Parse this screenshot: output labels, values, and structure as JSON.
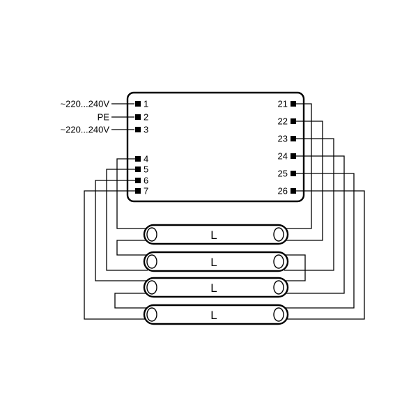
{
  "supply": {
    "l1": "~220...240V",
    "pe": "PE",
    "l2": "~220...240V"
  },
  "terminals_left": [
    "1",
    "2",
    "3",
    "4",
    "5",
    "6",
    "7"
  ],
  "terminals_right": [
    "21",
    "22",
    "23",
    "24",
    "25",
    "26"
  ],
  "lamps": [
    "L",
    "L",
    "L",
    "L"
  ]
}
